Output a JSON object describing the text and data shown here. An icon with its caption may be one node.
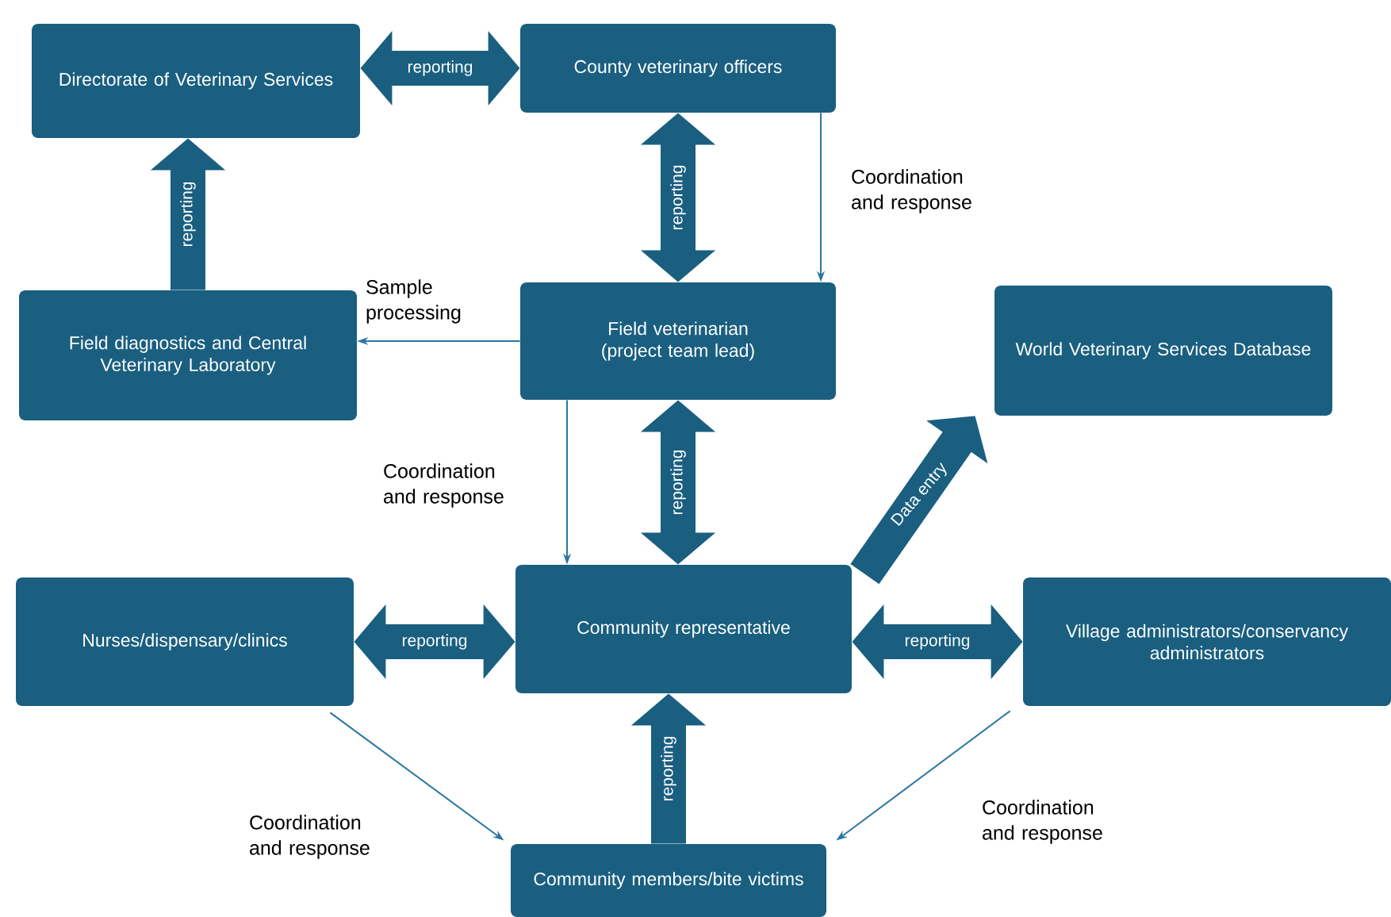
{
  "diagram": {
    "nodes": [
      {
        "text": [
          "Directorate of Veterinary Services"
        ]
      },
      {
        "text": [
          "County veterinary officers"
        ]
      },
      {
        "text": [
          "Field diagnostics and Central Veterinary Laboratory"
        ]
      },
      {
        "text": [
          "Field veterinarian (project team lead)"
        ]
      },
      {
        "text": [
          "World Veterinary Services Database"
        ]
      },
      {
        "text": [
          "Nurses/dispensary/clinics"
        ]
      },
      {
        "text": [
          "Community representative"
        ]
      },
      {
        "text": [
          "Village administrators/conservancy administrators"
        ]
      },
      {
        "text": [
          "Community members/bite victims"
        ]
      }
    ],
    "edges": [
      {
        "from": 0,
        "to": 1,
        "arrow": "both",
        "label": "reporting"
      },
      {
        "from": 2,
        "to": 0,
        "arrow": "to",
        "label": "reporting"
      },
      {
        "from": 1,
        "to": 3,
        "arrow": "both",
        "label": "reporting"
      },
      {
        "from": 1,
        "to": 3,
        "arrow": "to",
        "label": "Coordination and response",
        "color": "#2a76a0"
      },
      {
        "from": 3,
        "to": 2,
        "arrow": "to",
        "label": "Sample processing",
        "color": "#2a76a0"
      },
      {
        "from": 3,
        "to": 6,
        "arrow": "both",
        "label": "reporting"
      },
      {
        "from": 3,
        "to": 6,
        "arrow": "to",
        "label": "Coordination and response",
        "color": "#2a76a0"
      },
      {
        "from": 6,
        "to": 4,
        "arrow": "to",
        "label": "Data entry"
      },
      {
        "from": 5,
        "to": 6,
        "arrow": "both",
        "label": "reporting"
      },
      {
        "from": 6,
        "to": 7,
        "arrow": "both",
        "label": "reporting"
      },
      {
        "from": 8,
        "to": 6,
        "arrow": "to",
        "label": "reporting"
      },
      {
        "from": 5,
        "to": 8,
        "arrow": "to",
        "label": "Coordination and response",
        "color": "#2a76a0"
      },
      {
        "from": 7,
        "to": 8,
        "arrow": "to",
        "label": "Coordination and response",
        "color": "#2a76a0"
      }
    ]
  }
}
